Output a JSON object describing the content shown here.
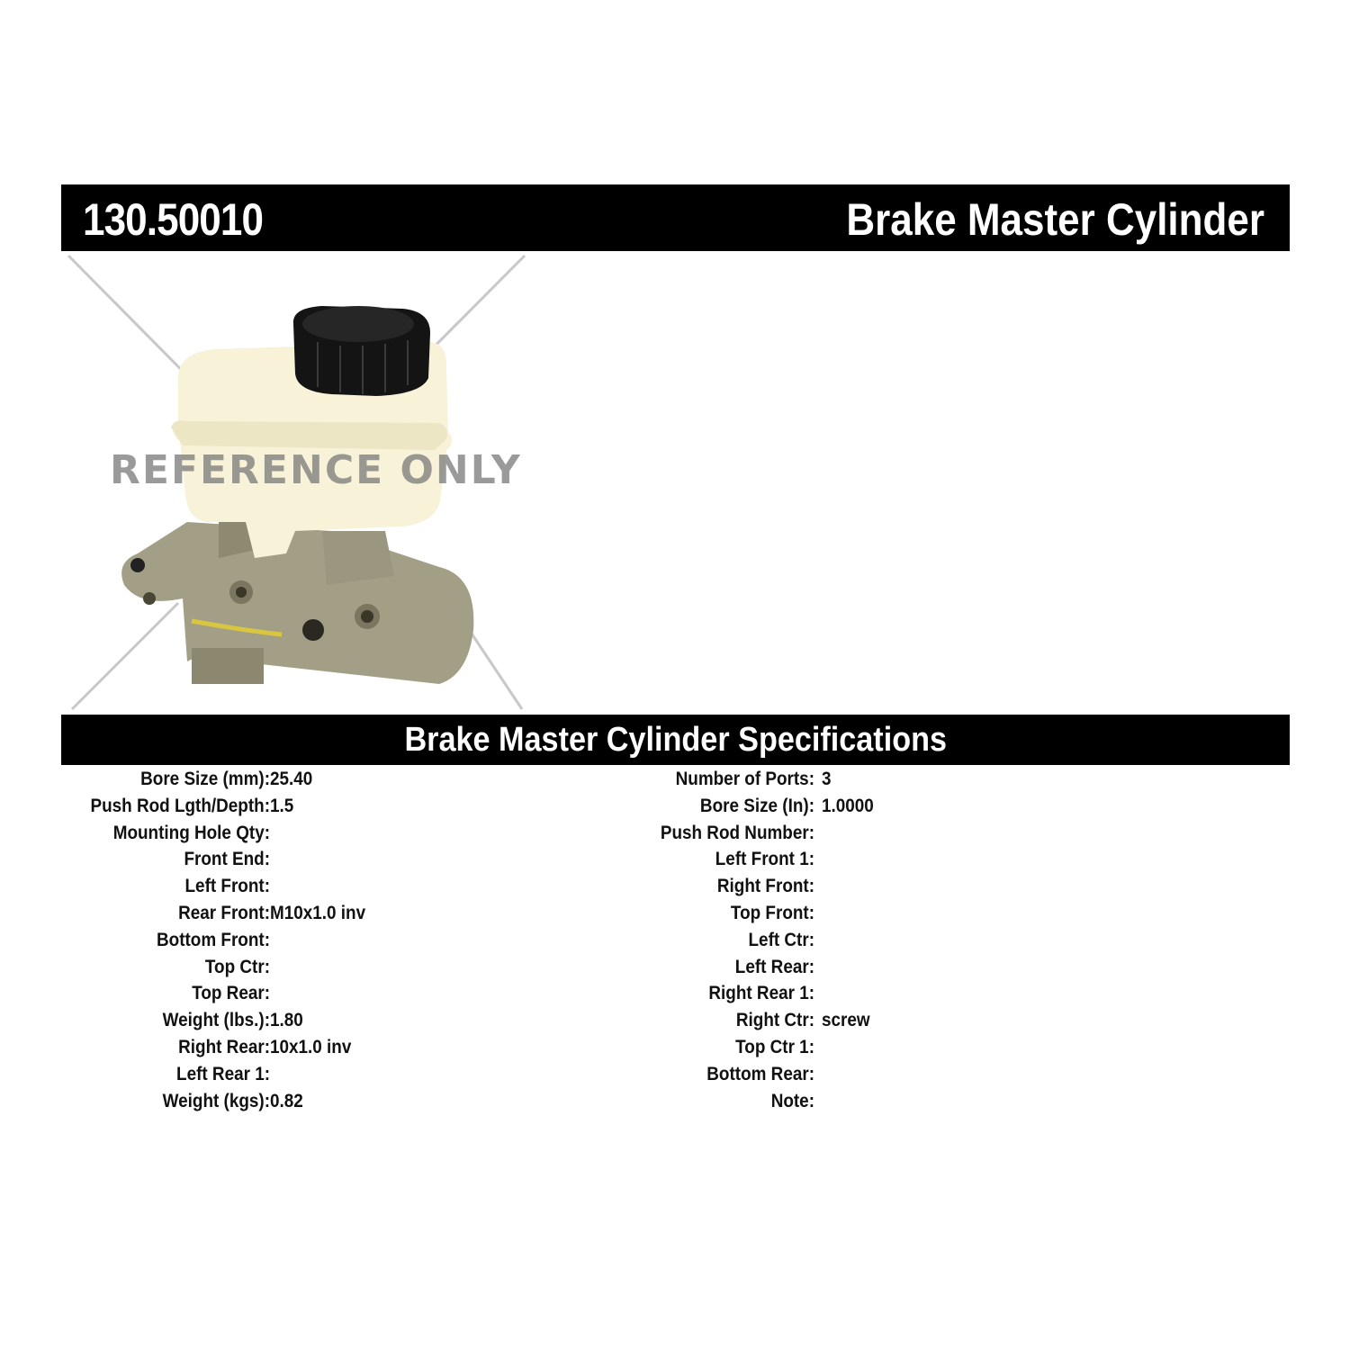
{
  "header": {
    "part_number": "130.50010",
    "product_title": "Brake Master Cylinder"
  },
  "image": {
    "alt": "Brake master cylinder with translucent reservoir and black cap",
    "watermark": "REFERENCE ONLY"
  },
  "specifications": {
    "title": "Brake Master Cylinder Specifications",
    "left_column": [
      {
        "label": "Bore Size (mm):",
        "value": "25.40"
      },
      {
        "label": "Push Rod Lgth/Depth:",
        "value": "1.5"
      },
      {
        "label": "Mounting Hole Qty:",
        "value": ""
      },
      {
        "label": "Front End:",
        "value": ""
      },
      {
        "label": "Left Front:",
        "value": ""
      },
      {
        "label": "Rear Front:",
        "value": "M10x1.0 inv"
      },
      {
        "label": "Bottom Front:",
        "value": ""
      },
      {
        "label": "Top Ctr:",
        "value": ""
      },
      {
        "label": "Top Rear:",
        "value": ""
      },
      {
        "label": "Weight (lbs.):",
        "value": "1.80"
      },
      {
        "label": "Right Rear:",
        "value": "10x1.0 inv"
      },
      {
        "label": "Left Rear 1:",
        "value": ""
      },
      {
        "label": "Weight (kgs):",
        "value": "0.82"
      }
    ],
    "right_column": [
      {
        "label": "Number of Ports:",
        "value": "3"
      },
      {
        "label": "Bore Size (In):",
        "value": "1.0000"
      },
      {
        "label": "Push Rod Number:",
        "value": ""
      },
      {
        "label": "Left Front 1:",
        "value": ""
      },
      {
        "label": "Right Front:",
        "value": ""
      },
      {
        "label": "Top Front:",
        "value": ""
      },
      {
        "label": "Left Ctr:",
        "value": ""
      },
      {
        "label": "Left Rear:",
        "value": ""
      },
      {
        "label": "Right Rear 1:",
        "value": ""
      },
      {
        "label": "Right Ctr:",
        "value": "screw"
      },
      {
        "label": "Top Ctr 1:",
        "value": ""
      },
      {
        "label": "Bottom Rear:",
        "value": ""
      },
      {
        "label": "Note:",
        "value": ""
      }
    ]
  }
}
